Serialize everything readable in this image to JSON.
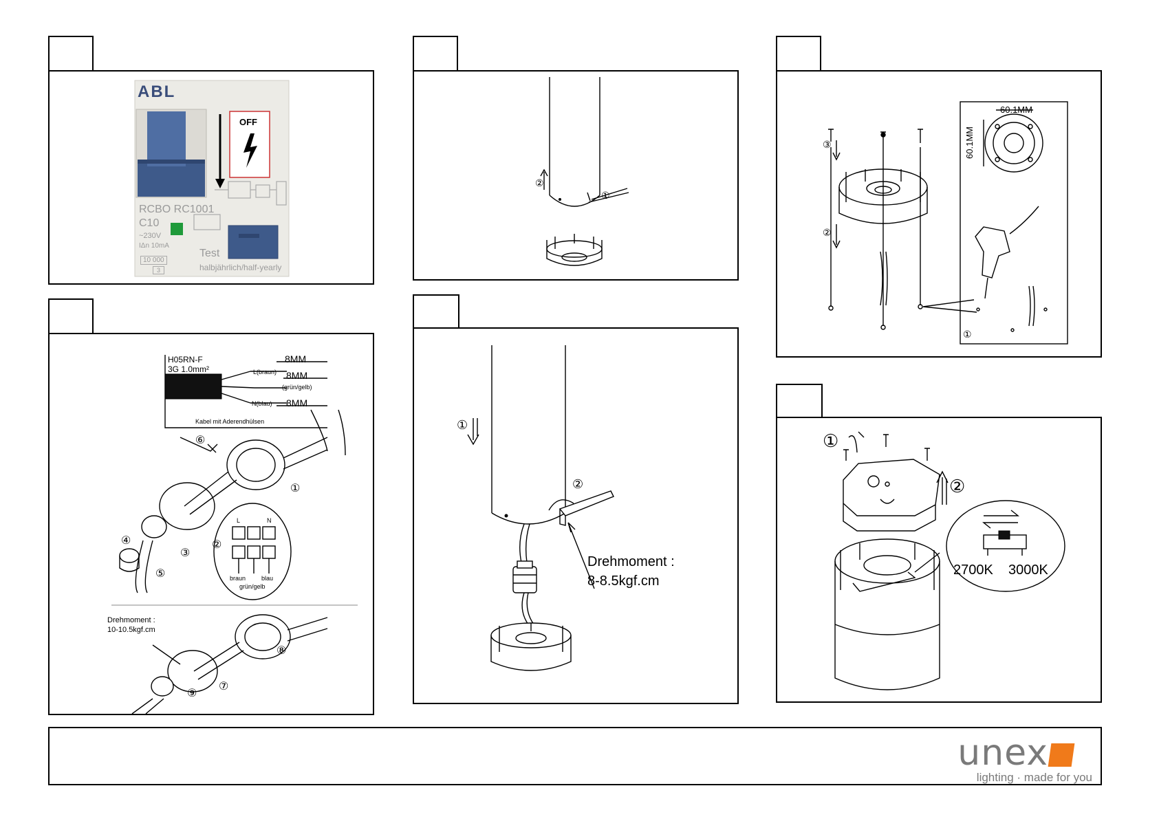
{
  "steps": {
    "s1": {
      "brand": "ABL",
      "off_label": "OFF",
      "device_line1": "RCBO RC1001",
      "device_c10": "C10",
      "device_v": "~230V",
      "device_ia": "IΔn 10mA",
      "device_rating": "10 000",
      "device_class": "3",
      "test_label": "Test",
      "test_sub": "halbjährlich/half-yearly"
    },
    "s2": {
      "num1": "①",
      "num2": "②"
    },
    "s3": {
      "dim_h": "60.1MM",
      "dim_v": "60.1MM",
      "num1": "①",
      "num2": "②",
      "num3": "③"
    },
    "s4": {
      "cable_type": "H05RN-F",
      "cable_spec": "3G 1.0mm²",
      "dim1": "8MM",
      "dim2": "8MM",
      "dim3": "8MM",
      "wire_l": "L(braun)",
      "wire_pe": "(grün/gelb)",
      "wire_n": "N(blau)",
      "cable_note": "Kabel mit Aderendhülsen",
      "term_l": "L",
      "term_n": "N",
      "term_braun": "braun",
      "term_blau": "blau",
      "term_gg": "grün/gelb",
      "torque_label": "Drehmoment :",
      "torque_value": "10-10.5kgf.cm",
      "nums": [
        "①",
        "②",
        "③",
        "④",
        "⑤",
        "⑥",
        "⑦",
        "⑧",
        "⑨"
      ]
    },
    "s5": {
      "num1": "①",
      "num2": "②",
      "torque_label": "Drehmoment :",
      "torque_value": "8-8.5kgf.cm"
    },
    "s6": {
      "num1": "①",
      "num2": "②",
      "cct1": "2700K",
      "cct2": "3000K"
    }
  },
  "footer": {
    "logo_text": "unex",
    "tagline": "lighting · made for you",
    "brand_color": "#f07a1a",
    "logo_gray": "#7a7a7a"
  }
}
